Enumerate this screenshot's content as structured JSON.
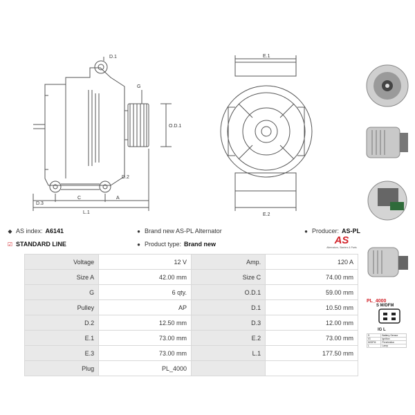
{
  "drawing_labels": {
    "d1": "D.1",
    "g": "G",
    "od1": "O.D.1",
    "d2": "D.2",
    "d3": "D.3",
    "c": "C",
    "a": "A",
    "l1": "L.1",
    "e1": "E.1",
    "e2": "E.2"
  },
  "info": {
    "as_index_label": "AS index:",
    "as_index_value": "A6141",
    "brand_label": "Brand new AS-PL Alternator",
    "producer_label": "Producer:",
    "producer_value": "AS-PL",
    "standard_line": "STANDARD LINE",
    "product_type_label": "Product type:",
    "product_type_value": "Brand new",
    "logo_text": "AS",
    "logo_tagline": "Alternators, Starters & Parts"
  },
  "specs": [
    {
      "l1": "Voltage",
      "v1": "12 V",
      "l2": "Amp.",
      "v2": "120 A"
    },
    {
      "l1": "Size A",
      "v1": "42.00 mm",
      "l2": "Size C",
      "v2": "74.00 mm"
    },
    {
      "l1": "G",
      "v1": "6 qty.",
      "l2": "O.D.1",
      "v2": "59.00 mm"
    },
    {
      "l1": "Pulley",
      "v1": "AP",
      "l2": "D.1",
      "v2": "10.50 mm"
    },
    {
      "l1": "D.2",
      "v1": "12.50 mm",
      "l2": "D.3",
      "v2": "12.00 mm"
    },
    {
      "l1": "E.1",
      "v1": "73.00 mm",
      "l2": "E.2",
      "v2": "73.00 mm"
    },
    {
      "l1": "E.3",
      "v1": "73.00 mm",
      "l2": "L.1",
      "v2": "177.50 mm"
    },
    {
      "l1": "Plug",
      "v1": "PL_4000",
      "l2": "",
      "v2": ""
    }
  ],
  "plug": {
    "title": "PL_4000",
    "pins_top": "S  M/DFM",
    "pins_bottom": "IG  L",
    "legend": [
      {
        "code": "S",
        "desc": "Battery Sensor"
      },
      {
        "code": "IG",
        "desc": "Ignition"
      },
      {
        "code": "M/DFM",
        "desc": "Penetration"
      },
      {
        "code": "L",
        "desc": "Lamp"
      }
    ]
  },
  "colors": {
    "accent": "#d2232a",
    "header_bg": "#e9e9e9",
    "line": "#555555"
  }
}
